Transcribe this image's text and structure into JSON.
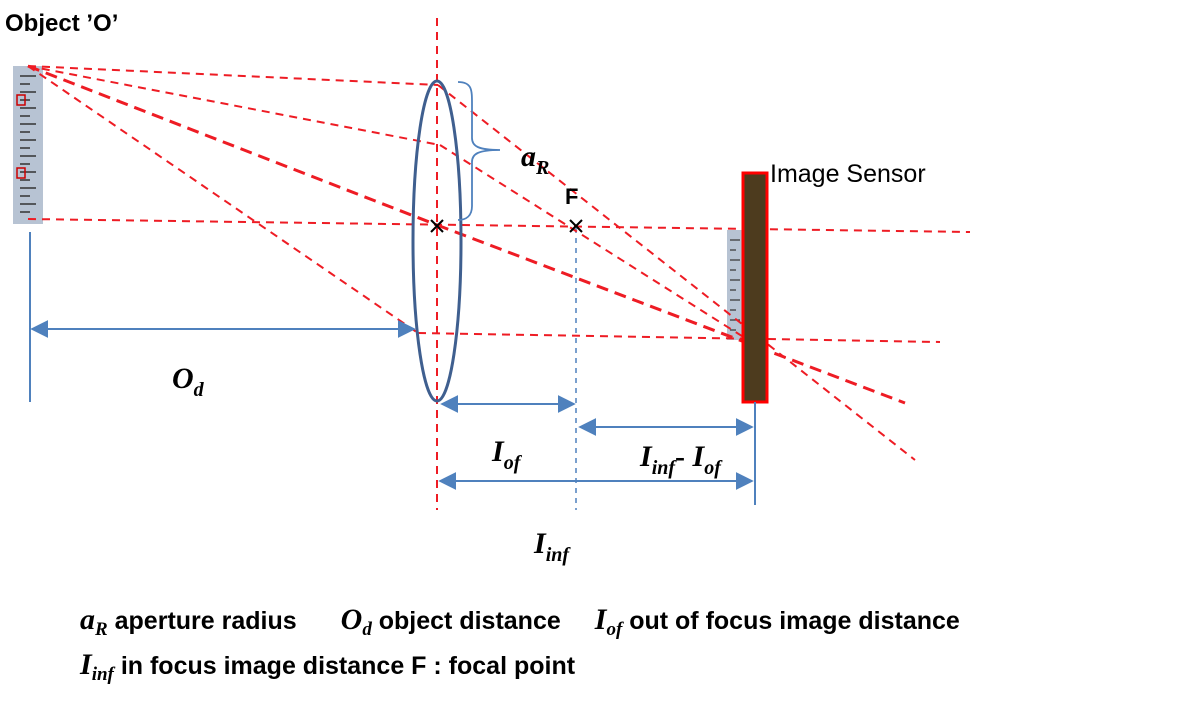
{
  "labels": {
    "object": "Object ’O’",
    "image_sensor": "Image Sensor",
    "focal_point": "F"
  },
  "math": {
    "aperture": {
      "base": "a",
      "sub": "R"
    },
    "object_distance": {
      "base": "O",
      "sub": "d"
    },
    "out_of_focus": {
      "base": "I",
      "sub": "of"
    },
    "in_focus": {
      "base": "I",
      "sub": "inf"
    },
    "difference_separator": "- "
  },
  "legend": {
    "aperture_text": " aperture radius",
    "object_distance_text": " object distance",
    "out_of_focus_text": " out of focus image distance",
    "in_focus_text": " in focus image distance F : focal point"
  },
  "colors": {
    "ray": "#ee1c24",
    "dimension": "#4f81bd",
    "lens": "#3f5f8f",
    "sensor_fill": "#4d3b1e",
    "sensor_border": "#ff0000",
    "ruler": "#b7c3d3"
  }
}
